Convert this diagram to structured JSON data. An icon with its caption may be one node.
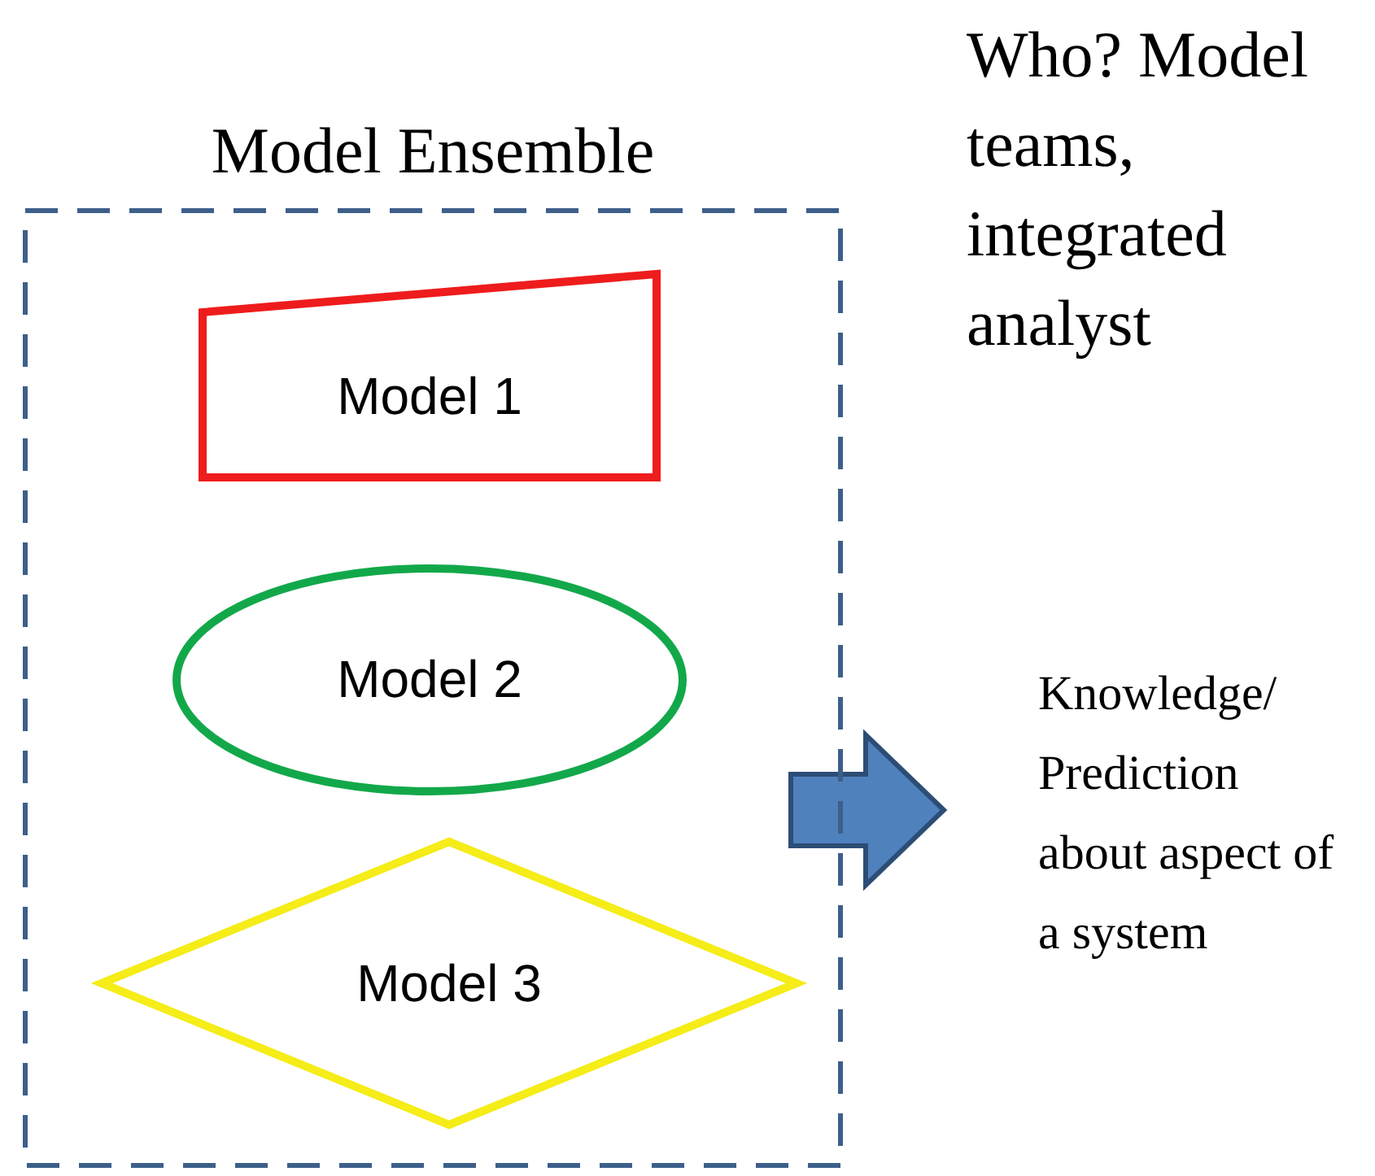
{
  "diagram": {
    "nodes": [
      {
        "text": [
          "Model Ensemble"
        ]
      },
      {
        "text": [
          "Model 1"
        ],
        "in": 0
      },
      {
        "text": [
          "Model 2"
        ],
        "in": 0
      },
      {
        "text": [
          "Model 3"
        ],
        "in": 0
      },
      {
        "text": [
          "Knowledge/ Prediction about aspect of a system"
        ]
      }
    ],
    "edges": [
      {
        "from": 0,
        "to": 4,
        "arrow": "to",
        "style": "thick"
      }
    ],
    "labels": [
      "Who? Model teams, integrated analyst"
    ]
  }
}
